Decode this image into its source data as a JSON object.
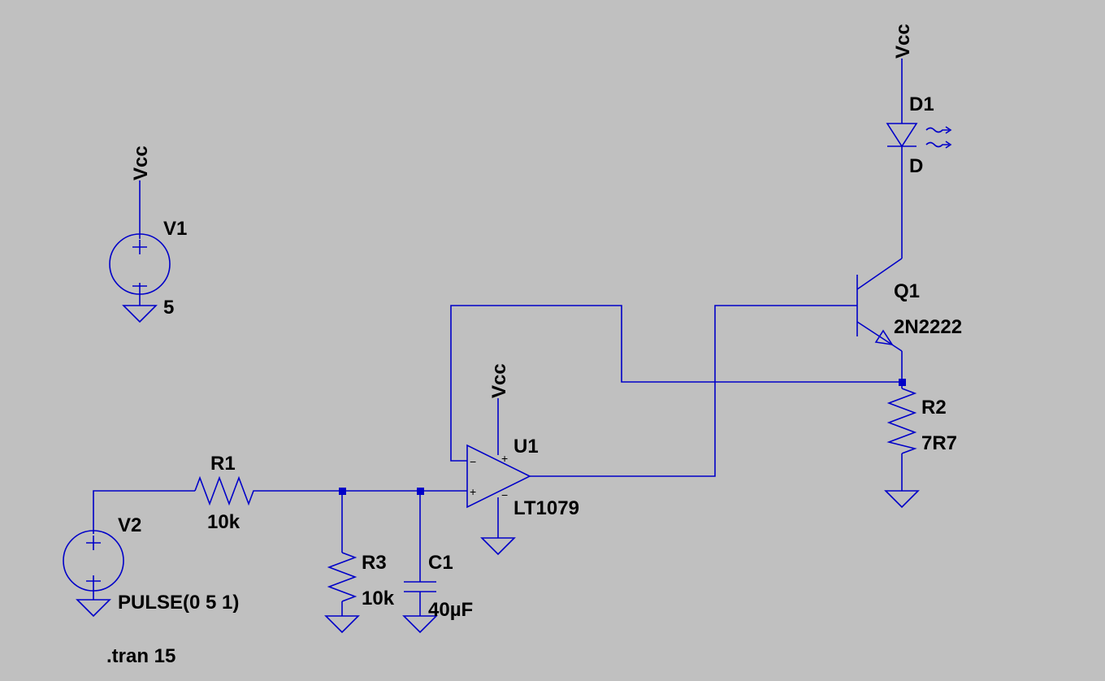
{
  "wire_color": "#0000c8",
  "background_color": "#c0c0c0",
  "net_label": "Vcc",
  "components": {
    "V1": {
      "name": "V1",
      "value": "5"
    },
    "V2": {
      "name": "V2",
      "value": "PULSE(0 5 1)"
    },
    "R1": {
      "name": "R1",
      "value": "10k"
    },
    "R2": {
      "name": "R2",
      "value": "7R7"
    },
    "R3": {
      "name": "R3",
      "value": "10k"
    },
    "C1": {
      "name": "C1",
      "value": "40µF"
    },
    "U1": {
      "name": "U1",
      "value": "LT1079"
    },
    "Q1": {
      "name": "Q1",
      "value": "2N2222"
    },
    "D1": {
      "name": "D1",
      "value": "D"
    }
  },
  "directive": ".tran 15",
  "pin_signs": {
    "plus": "+",
    "minus": "−"
  }
}
